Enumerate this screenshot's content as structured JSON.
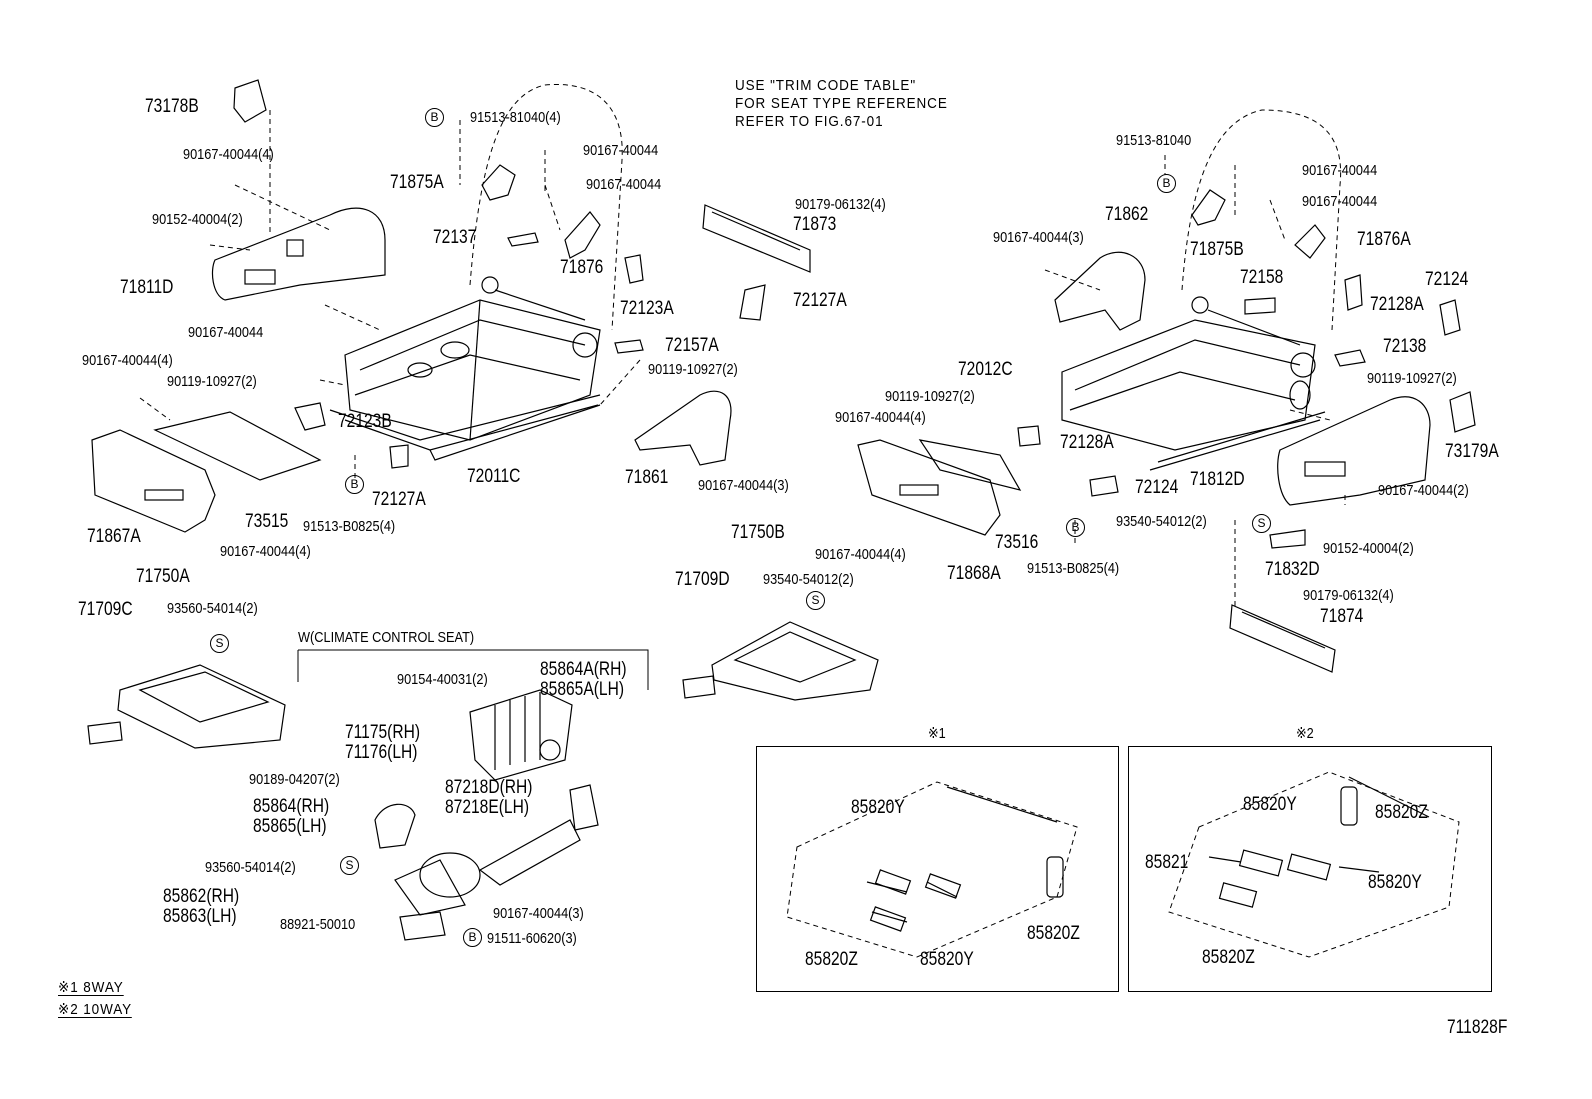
{
  "notes": {
    "trim_line1": "USE \"TRIM CODE TABLE\"",
    "trim_line2": "FOR SEAT TYPE REFERENCE",
    "trim_line3": "REFER TO FIG.67-01",
    "climate": "W(CLIMATE CONTROL SEAT)",
    "footnote1": "※1 8WAY",
    "footnote2": "※2 10WAY",
    "inset1_mark": "※1",
    "inset2_mark": "※2",
    "figure_id": "711828F"
  },
  "marks": {
    "b": "B",
    "s": "S"
  },
  "parts": {
    "p73178B": "73178B",
    "p90167_4": "90167-40044(4)",
    "p90152_2": "90152-40004(2)",
    "p71811D": "71811D",
    "p90167_a": "90167-40044",
    "p90167_4b": "90167-40044(4)",
    "p90119_2a": "90119-10927(2)",
    "p91513_81040_4": "91513-81040(4)",
    "p90167_b": "90167-40044",
    "p90167_c": "90167-40044",
    "p71875A": "71875A",
    "p72137": "72137",
    "p71876": "71876",
    "p72123A": "72123A",
    "p72157A": "72157A",
    "p90119_2b": "90119-10927(2)",
    "p72123B": "72123B",
    "p72011C": "72011C",
    "p72127A_a": "72127A",
    "p91513_B0825_4a": "91513-B0825(4)",
    "p73515": "73515",
    "p71867A": "71867A",
    "p90167_4c": "90167-40044(4)",
    "p90179_4a": "90179-06132(4)",
    "p71873": "71873",
    "p72127A_b": "72127A",
    "p71861": "71861",
    "p90167_3a": "90167-40044(3)",
    "p71750A": "71750A",
    "p71709C": "71709C",
    "p93560_2a": "93560-54014(2)",
    "p71750B": "71750B",
    "p71709D": "71709D",
    "p90167_4d": "90167-40044(4)",
    "p93540_2a": "93540-54012(2)",
    "p90154_2": "90154-40031(2)",
    "p85864A": "85864A(RH)",
    "p85865A": "85865A(LH)",
    "p71175": "71175(RH)",
    "p71176": "71176(LH)",
    "p90189_2": "90189-04207(2)",
    "p87218D": "87218D(RH)",
    "p87218E": "87218E(LH)",
    "p85864": "85864(RH)",
    "p85865": "85865(LH)",
    "p93560_2b": "93560-54014(2)",
    "p85862": "85862(RH)",
    "p85863": "85863(LH)",
    "p88921": "88921-50010",
    "p90167_3b": "90167-40044(3)",
    "p91511_3": "91511-60620(3)",
    "p91513_81040": "91513-81040",
    "p90167_d": "90167-40044",
    "p90167_e": "90167-40044",
    "p71862": "71862",
    "p90167_3c": "90167-40044(3)",
    "p71875B": "71875B",
    "p71876A": "71876A",
    "p72158": "72158",
    "p72124_a": "72124",
    "p72128A_a": "72128A",
    "p72138": "72138",
    "p72012C": "72012C",
    "p90119_2c": "90119-10927(2)",
    "p90119_2d": "90119-10927(2)",
    "p90167_4e": "90167-40044(4)",
    "p72128A_b": "72128A",
    "p73179A": "73179A",
    "p72124_b": "72124",
    "p71812D": "71812D",
    "p90167_2": "90167-40044(2)",
    "p93540_2b": "93540-54012(2)",
    "p90152_2b": "90152-40004(2)",
    "p73516": "73516",
    "p71868A": "71868A",
    "p91513_B0825_4b": "91513-B0825(4)",
    "p71832D": "71832D",
    "p90179_4b": "90179-06132(4)",
    "p71874": "71874",
    "i1_85820Y_a": "85820Y",
    "i1_85820Z_a": "85820Z",
    "i1_85820Z_b": "85820Z",
    "i1_85820Y_b": "85820Y",
    "i2_85820Y_a": "85820Y",
    "i2_85820Z_a": "85820Z",
    "i2_85821": "85821",
    "i2_85820Y_b": "85820Y",
    "i2_85820Z_b": "85820Z"
  }
}
